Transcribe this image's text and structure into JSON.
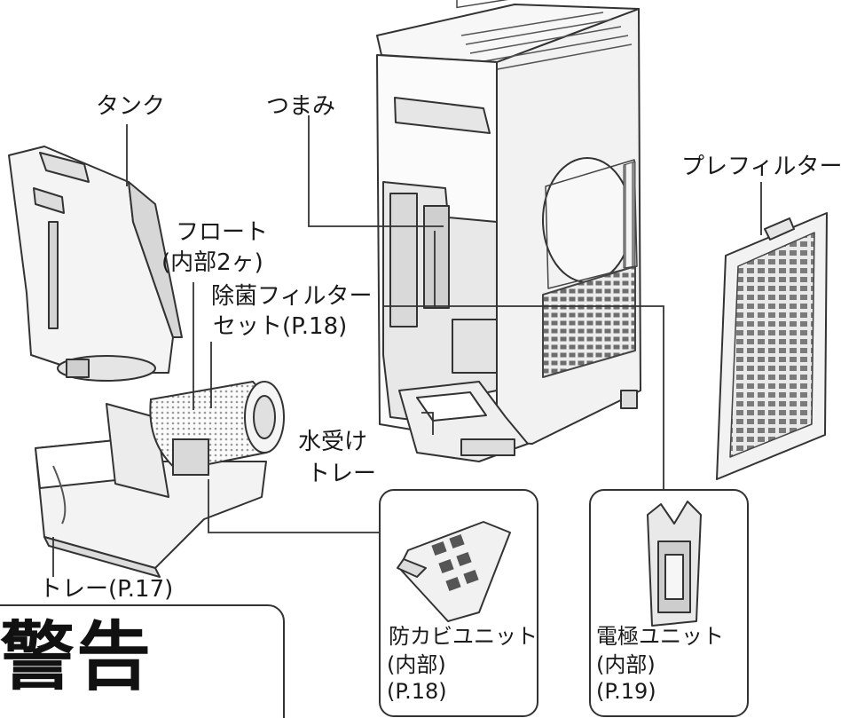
{
  "labels": {
    "tank": "タンク",
    "knob": "つまみ",
    "prefilter": "プレフィルター",
    "float_line1": "フロート",
    "float_line2": "(内部2ヶ)",
    "filter_line1": "除菌フィルター",
    "filter_line2": "セット(P.18)",
    "water_tray_line1": "水受け",
    "water_tray_line2": "トレー",
    "tray": "トレー(P.17)",
    "mold_unit_line1": "防カビユニット",
    "mold_unit_line2": "(内部)",
    "mold_unit_line3": "(P.18)",
    "electrode_line1": "電極ユニット",
    "electrode_line2": "(内部)",
    "electrode_line3": "(P.19)",
    "warning": "警告"
  },
  "colors": {
    "line": "#333333",
    "fill": "#f4f4f4",
    "shade": "#cfcfcf",
    "dark": "#555555"
  }
}
